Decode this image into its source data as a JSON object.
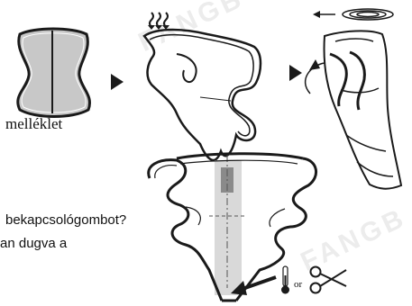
{
  "image_caption": "melléklet",
  "overlay_lines": [
    "bekapcsológombot?",
    "an dugva a"
  ],
  "or_label": "or",
  "watermark": "FANGB",
  "colors": {
    "line": "#1a1a1a",
    "fill_gray": "#c8c8c8",
    "wave": "#555555",
    "arrow": "#1a1a1a"
  },
  "icons": [
    "heat-waves-icon",
    "arrow-right-icon",
    "rotation-arrow-icon",
    "thermometer-icon",
    "scissors-icon"
  ]
}
